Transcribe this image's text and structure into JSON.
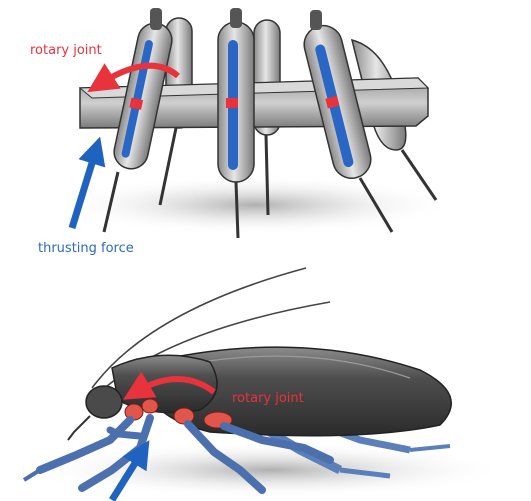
{
  "labels": {
    "top_rotary": "rotary joint",
    "top_thrust": "thrusting force",
    "bottom_rotary": "rotary joint"
  },
  "colors": {
    "red": "#e8323c",
    "blue": "#1f63c0",
    "metal": "#6e6e6e",
    "shadow": "#bdbdbd"
  }
}
